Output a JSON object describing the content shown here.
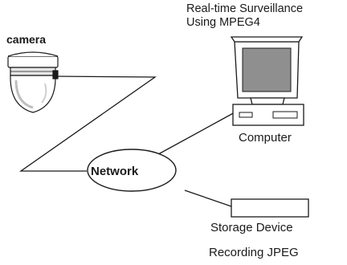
{
  "diagram": {
    "camera_label": "camera",
    "computer_caption_line1": "Real-time Surveillance",
    "computer_caption_line2": "Using MPEG4",
    "computer_label": "Computer",
    "network_label": "Network",
    "storage_label": "Storage Device",
    "storage_caption": "Recording JPEG"
  },
  "colors": {
    "stroke": "#1a1a1a",
    "screen_fill": "#8f8f8f",
    "camera_shade": "#cfcfcf",
    "background": "#ffffff"
  },
  "icons": [
    "camera-icon",
    "computer-icon",
    "storage-device-icon"
  ]
}
